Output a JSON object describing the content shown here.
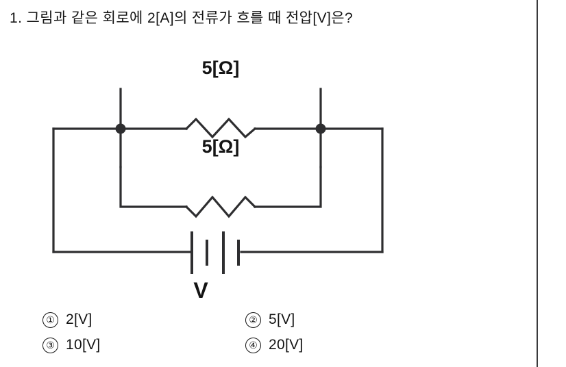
{
  "page": {
    "background_color": "#ffffff",
    "ink_color": "#141414",
    "divider_color": "#3a3a3c"
  },
  "question": {
    "number": "1.",
    "text": "1. 그림과 같은 회로에 2[A]의 전류가 흐를 때 전압[V]은?",
    "current": "2[A]",
    "asked_quantity": "전압[V]"
  },
  "figure": {
    "name": "parallel-resistor-circuit",
    "resistor_top_label": "5[Ω]",
    "resistor_bottom_label": "5[Ω]",
    "source_label": "V",
    "node_count": 2,
    "battery_cells": 2
  },
  "choices": [
    {
      "marker": "①",
      "label": "2[V]"
    },
    {
      "marker": "②",
      "label": "5[V]"
    },
    {
      "marker": "③",
      "label": "10[V]"
    },
    {
      "marker": "④",
      "label": "20[V]"
    }
  ]
}
